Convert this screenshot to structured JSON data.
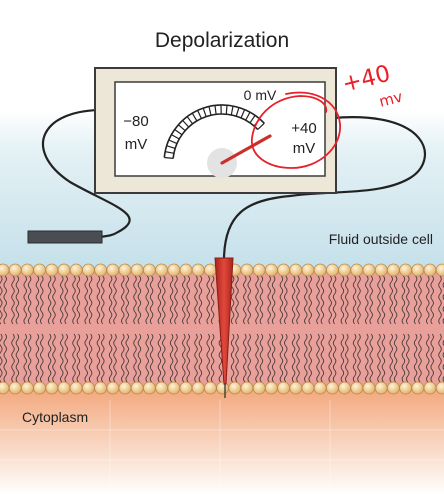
{
  "title": "Depolarization",
  "meter": {
    "label_left_value": "−80",
    "label_left_unit": "mV",
    "label_top": "0 mV",
    "label_right_value": "+40",
    "label_right_unit": "mV"
  },
  "labels": {
    "fluid_outside": "Fluid outside cell",
    "cytoplasm": "Cytoplasm"
  },
  "annotation": {
    "value": "+40",
    "unit": "mv",
    "color": "#e8202a"
  },
  "colors": {
    "outside_fluid": "#cfe6ee",
    "membrane_tail": "#e49a94",
    "lipid_head": "#f2c98a",
    "cytoplasm": "#f7c9a8",
    "electrode": "#d6372c",
    "meter_case": "#ece7d6",
    "needle": "#c9302c"
  }
}
